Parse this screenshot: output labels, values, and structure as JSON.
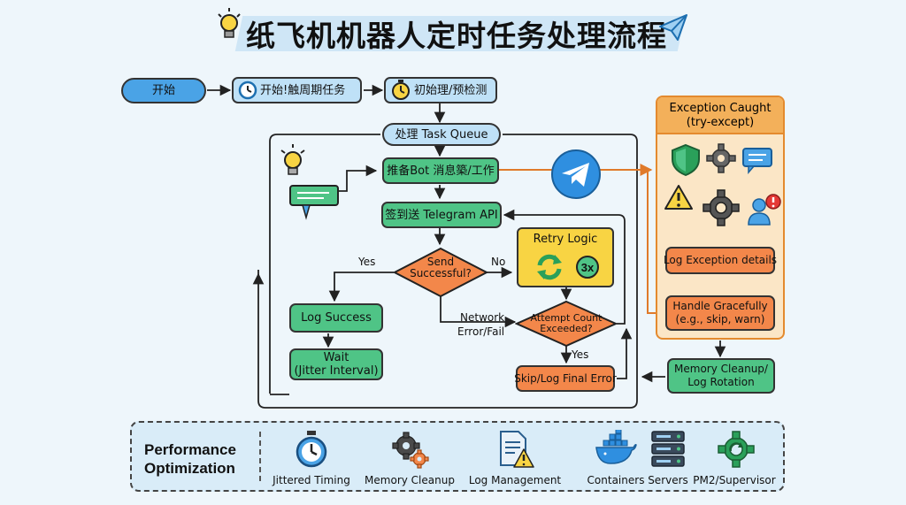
{
  "title": "纸飞机机器人定时任务处理流程",
  "nodes": {
    "start": "开始",
    "trigger": "开始!触周期任务",
    "init": "初始理/预检测",
    "queue": "处理 Task Queue",
    "push": "推备Bot 消息築/工作",
    "send": "签到送 Telegram API",
    "log_success": "Log Success",
    "wait_line1": "Wait",
    "wait_line2": "(Jitter Interval)",
    "skip": "Skip/Log Final Error",
    "memory_line1": "Memory Cleanup/",
    "memory_line2": "Log Rotation"
  },
  "decisions": {
    "send_line1": "Send",
    "send_line2": "Successful?",
    "attempt_line1": "Attempt Count",
    "attempt_line2": "Exceeded?"
  },
  "labels": {
    "yes_left": "Yes",
    "no_right": "No",
    "network_line1": "Network",
    "network_line2": "Error/Fail",
    "yes_down": "Yes"
  },
  "retry": {
    "title": "Retry Logic",
    "badge": "3x"
  },
  "exception": {
    "head_line1": "Exception Caught",
    "head_line2": "(try-except)",
    "log_details": "Log Exception details",
    "handle_line1": "Handle Gracefully",
    "handle_line2": "(e.g., skip, warn)"
  },
  "performance": {
    "title_line1": "Performance",
    "title_line2": "Optimization",
    "items": [
      {
        "label": "Jittered Timing",
        "icon": "stopwatch-icon"
      },
      {
        "label": "Memory Cleanup",
        "icon": "gears-icon"
      },
      {
        "label": "Log Management",
        "icon": "document-warning-icon"
      },
      {
        "label": "Containers",
        "icon": "docker-whale-icon"
      },
      {
        "label": "Servers",
        "icon": "server-rack-icon"
      },
      {
        "label": "PM2/Supervisor",
        "icon": "gear-refresh-icon"
      }
    ]
  },
  "colors": {
    "blue": "#4aa3e6",
    "light_blue": "#bfe1f7",
    "green": "#4fc486",
    "orange": "#f3874a",
    "yellow": "#f8d443",
    "exception_bg": "#fbe6c6",
    "exception_border": "#e48a2e",
    "background": "#eef6fb"
  }
}
